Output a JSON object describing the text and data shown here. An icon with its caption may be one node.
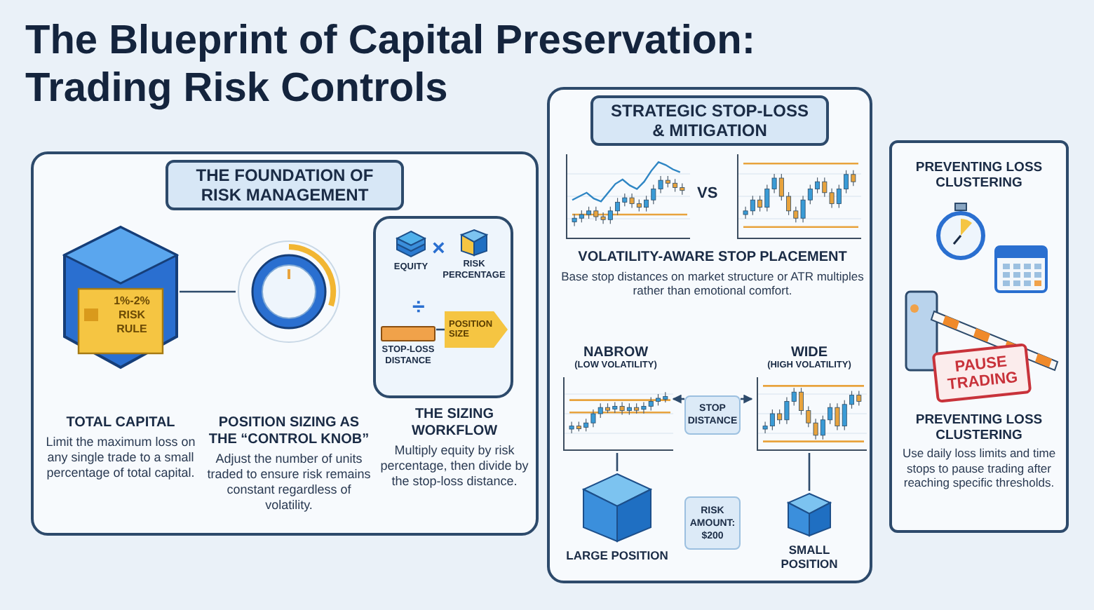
{
  "diagram": {
    "title": "The Blueprint of Capital Preservation: Trading Risk Controls",
    "nodes": [
      {
        "text": [
          "THE FOUNDATION OF RISK MANAGEMENT"
        ]
      },
      {
        "text": [
          "TOTAL CAPITAL",
          "Limit the maximum loss on any single trade to a small percentage of total capital."
        ],
        "in": 0
      },
      {
        "text": [
          "1%-2% RISK RULE"
        ],
        "in": 1
      },
      {
        "text": [
          "POSITION SIZING AS THE “CONTROL KNOB”",
          "Adjust the number of units traded to ensure risk remains constant regardless of volatility."
        ],
        "in": 0
      },
      {
        "text": [],
        "shape": "circle",
        "in": 3
      },
      {
        "text": [
          "THE SIZING WORKFLOW",
          "Multiply equity by risk percentage, then divide by the stop-loss distance."
        ],
        "in": 0
      },
      {
        "text": [
          "EQUITY"
        ],
        "in": 5
      },
      {
        "text": [
          "RISK PERCENTAGE"
        ],
        "in": 5
      },
      {
        "text": [
          "STOP-LOSS DISTANCE"
        ],
        "in": 5
      },
      {
        "text": [
          "POSITION SIZE"
        ],
        "in": 5
      },
      {
        "text": [
          "STRATEGIC STOP-LOSS & MITIGATION"
        ]
      },
      {
        "text": [
          "VOLATILITY-AWARE STOP PLACEMENT",
          "Base stop distances on market structure or ATR multiples rather than emotional comfort."
        ],
        "in": 10
      },
      {
        "text": [
          "NABROW",
          "(LOW VOLATILITY)"
        ],
        "in": 10
      },
      {
        "text": [
          "LARGE POSITION"
        ],
        "in": 10
      },
      {
        "text": [
          "WIDE",
          "(HIGH VOLATILITY)"
        ],
        "in": 10
      },
      {
        "text": [
          "SMALL POSITION"
        ],
        "in": 10
      },
      {
        "text": [
          "STOP DISTANCE"
        ],
        "in": 10
      },
      {
        "text": [
          "RISK AMOUNT: $200"
        ],
        "in": 10
      },
      {
        "text": [
          "PREVENTING LOSS CLUSTERING",
          "PREVENTING LOSS CLUSTERING",
          "Use daily loss limits and time stops to pause trading after reaching specific thresholds."
        ]
      },
      {
        "text": [
          "PAUSE TRADING"
        ],
        "in": 18
      }
    ],
    "edges": [
      {
        "from": 2,
        "to": 4,
        "arrow": "none"
      },
      {
        "from": 8,
        "to": 9,
        "arrow": "none"
      },
      {
        "from": 16,
        "to": 12,
        "arrow": "to"
      },
      {
        "from": 16,
        "to": 14,
        "arrow": "to"
      },
      {
        "from": 12,
        "to": 13,
        "arrow": "none"
      },
      {
        "from": 14,
        "to": 15,
        "arrow": "none"
      }
    ],
    "labels": [
      "×",
      "÷",
      "VS"
    ]
  }
}
